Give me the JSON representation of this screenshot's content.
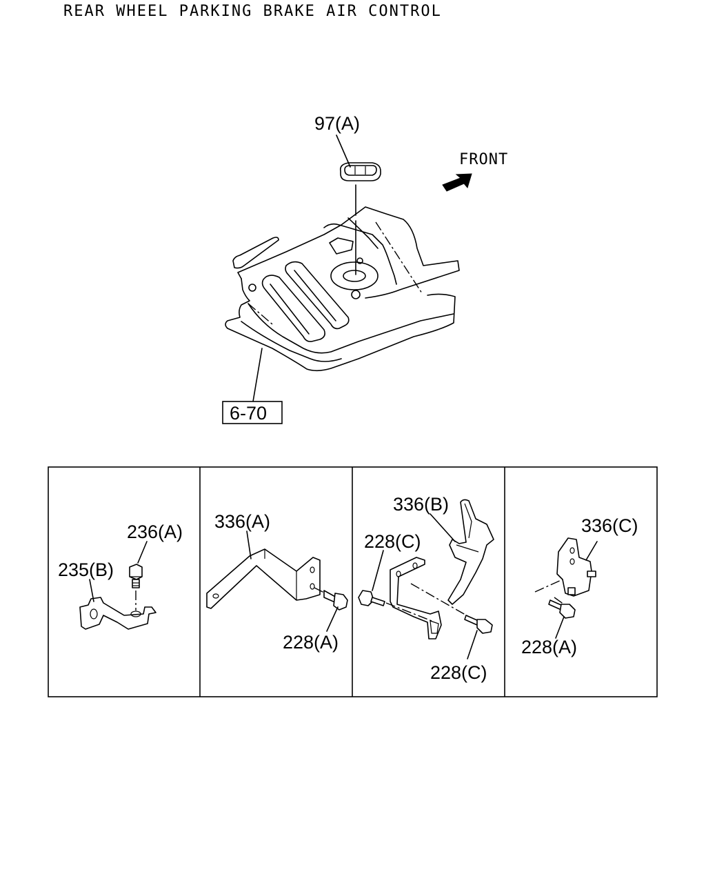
{
  "title": "REAR WHEEL PARKING BRAKE AIR CONTROL",
  "main_view": {
    "grommet_label": "97(A)",
    "front_label": "FRONT",
    "ref_box_label": "6-70"
  },
  "detail_panels": [
    {
      "labels": [
        "236(A)",
        "235(B)"
      ]
    },
    {
      "labels": [
        "336(A)",
        "228(A)"
      ]
    },
    {
      "labels": [
        "336(B)",
        "228(C)",
        "228(C)"
      ]
    },
    {
      "labels": [
        "336(C)",
        "228(A)"
      ]
    }
  ]
}
